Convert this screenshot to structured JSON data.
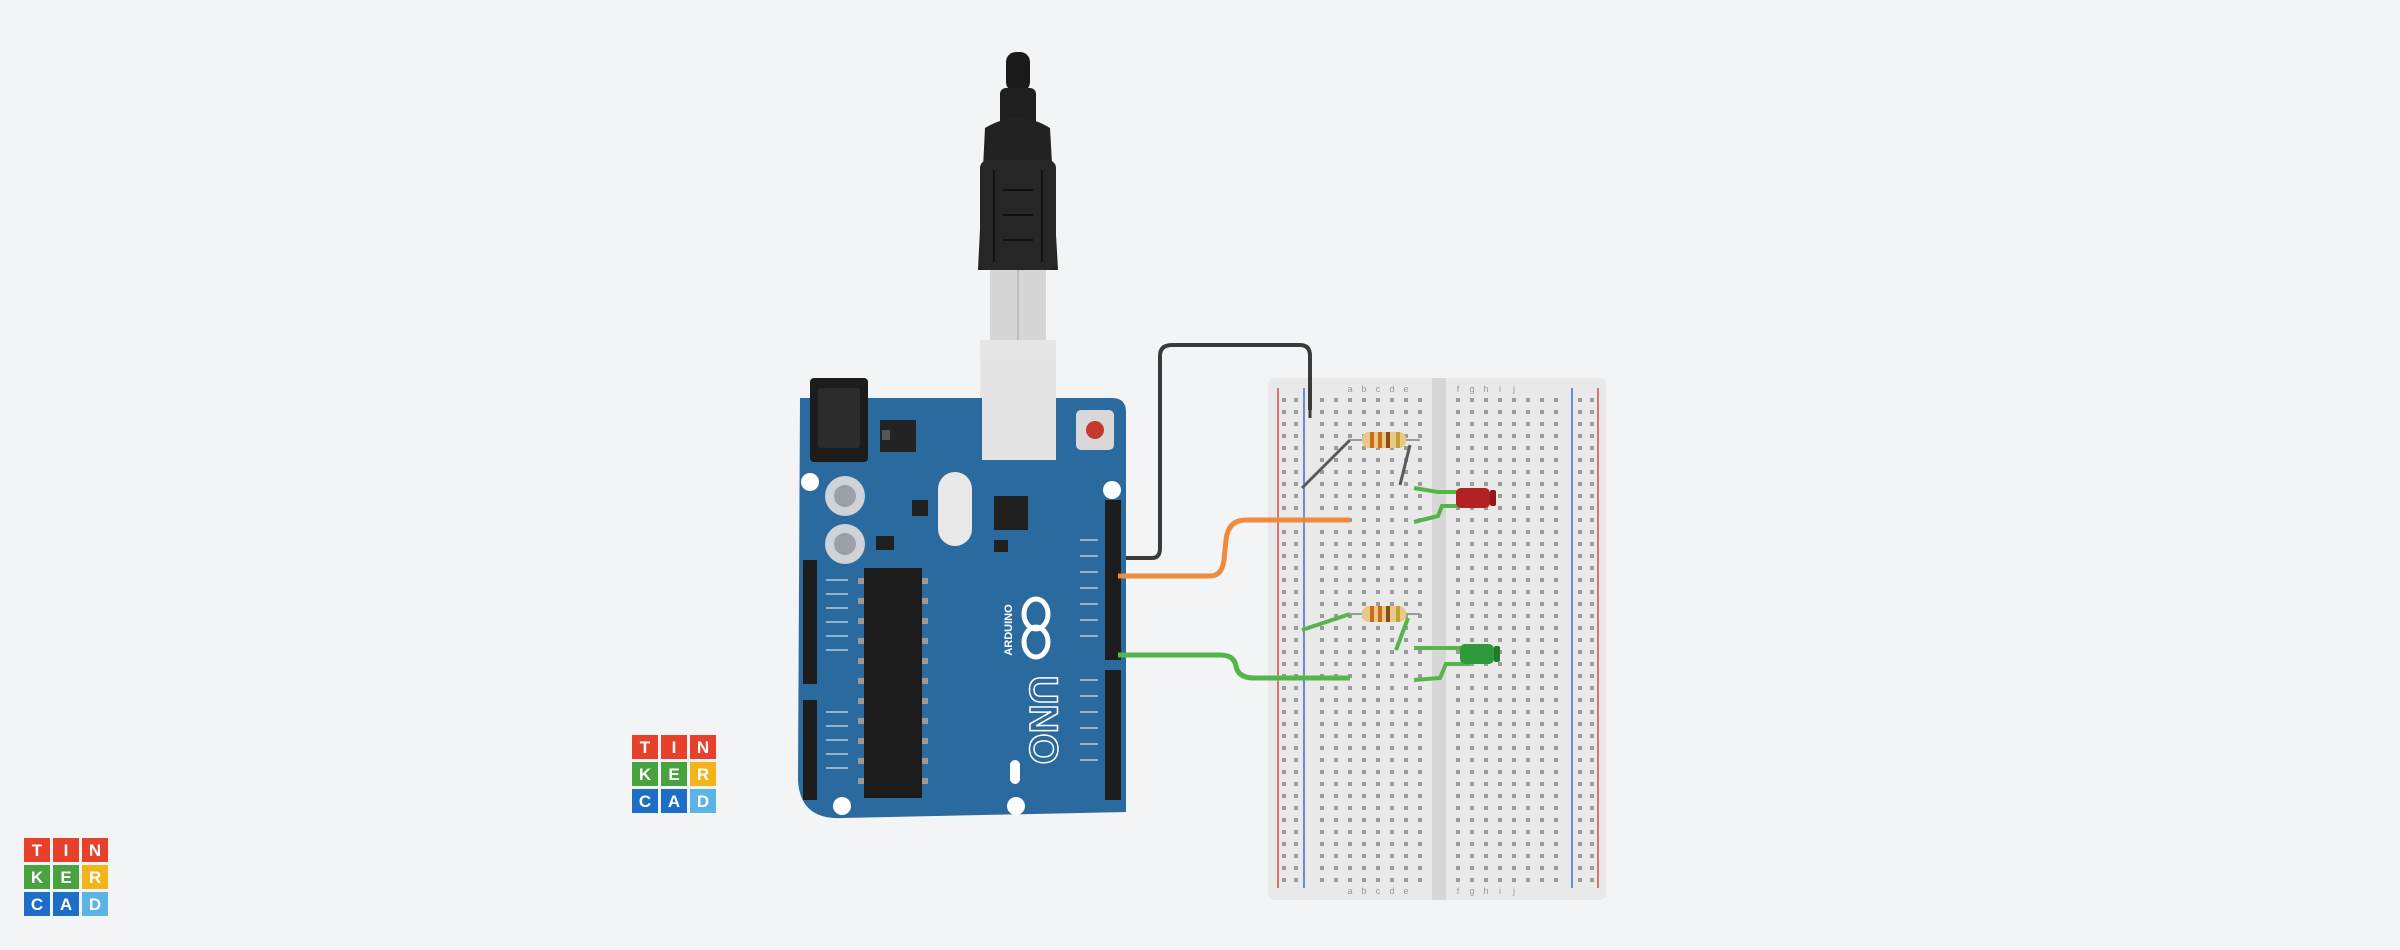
{
  "logo": {
    "rows": [
      [
        {
          "letter": "T",
          "color": "#e8412b"
        },
        {
          "letter": "I",
          "color": "#e8412b"
        },
        {
          "letter": "N",
          "color": "#e8412b"
        }
      ],
      [
        {
          "letter": "K",
          "color": "#48a23f"
        },
        {
          "letter": "E",
          "color": "#48a23f"
        },
        {
          "letter": "R",
          "color": "#f2b31b"
        }
      ],
      [
        {
          "letter": "C",
          "color": "#1e6ec7"
        },
        {
          "letter": "A",
          "color": "#1e6ec7"
        },
        {
          "letter": "D",
          "color": "#5bb3e6"
        }
      ]
    ]
  },
  "arduino": {
    "brand_text": "ARDUINO",
    "model_text": "UNO",
    "board_color": "#2b6a9e"
  },
  "breadboard": {
    "column_letters_left": [
      "a",
      "b",
      "c",
      "d",
      "e"
    ],
    "column_letters_right": [
      "f",
      "g",
      "h",
      "i",
      "j"
    ]
  },
  "components": {
    "led_red_color": "#b22222",
    "led_green_color": "#2e9a3a"
  },
  "wires": {
    "ground_color": "#3a3a3a",
    "orange_color": "#f08a3c",
    "green_color": "#55b54a"
  }
}
